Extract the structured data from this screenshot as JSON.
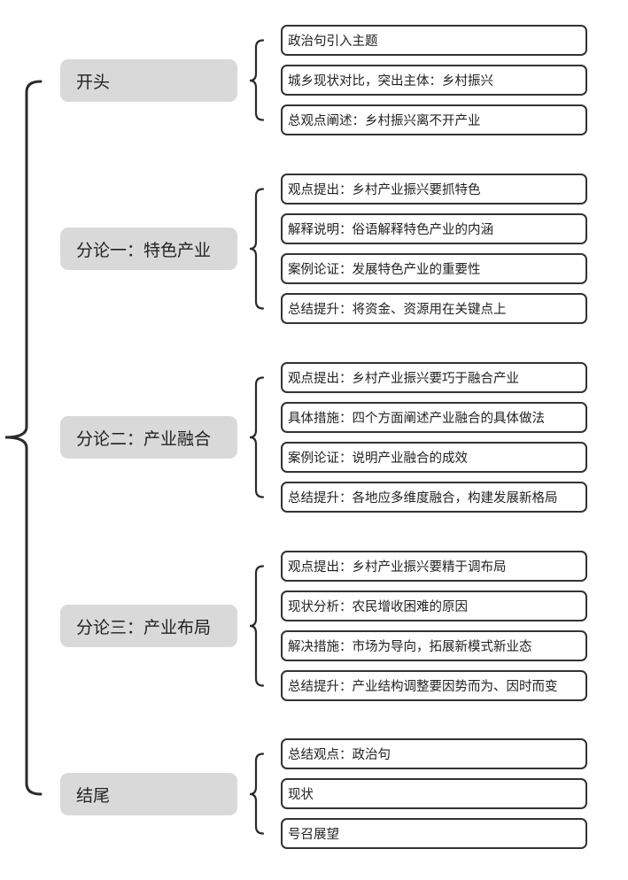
{
  "sections": [
    {
      "title": "开头",
      "items": [
        "政治句引入主题",
        "城乡现状对比，突出主体：乡村振兴",
        "总观点阐述：乡村振兴离不开产业"
      ]
    },
    {
      "title": "分论一：特色产业",
      "items": [
        "观点提出：乡村产业振兴要抓特色",
        "解释说明：俗语解释特色产业的内涵",
        "案例论证：发展特色产业的重要性",
        "总结提升：将资金、资源用在关键点上"
      ]
    },
    {
      "title": "分论二：产业融合",
      "items": [
        "观点提出：乡村产业振兴要巧于融合产业",
        "具体措施：四个方面阐述产业融合的具体做法",
        "案例论证：说明产业融合的成效",
        "总结提升：各地应多维度融合，构建发展新格局"
      ]
    },
    {
      "title": "分论三：产业布局",
      "items": [
        "观点提出：乡村产业振兴要精于调布局",
        "现状分析：农民增收困难的原因",
        "解决措施：市场为导向，拓展新模式新业态",
        "总结提升：产业结构调整要因势而为、因时而变"
      ]
    },
    {
      "title": "结尾",
      "items": [
        "总结观点：政治句",
        "现状",
        "号召展望"
      ]
    }
  ]
}
